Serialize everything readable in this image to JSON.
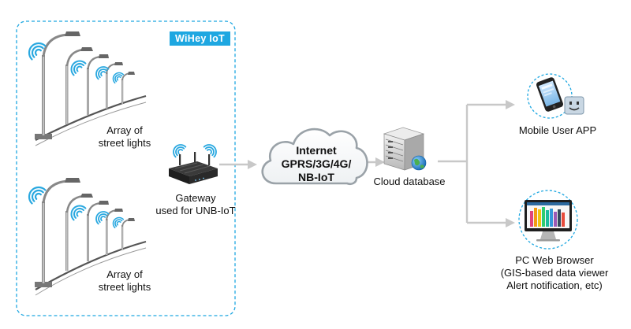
{
  "system_name": "WiHey IoT",
  "street_lights_top": "Array of\nstreet lights",
  "street_lights_bottom": "Array of\nstreet lights",
  "gateway": "Gateway\nused for UNB-IoT",
  "internet": "Internet\nGPRS/3G/4G/\nNB-IoT",
  "cloud_database": "Cloud database",
  "mobile_app": "Mobile User APP",
  "pc_browser": "PC Web Browser\n(GIS-based data viewer\nAlert notification, etc)",
  "colors": {
    "accent_blue": "#1ea7e1",
    "wifi_blue": "#29a8e0",
    "arrow_gray": "#c8c8c8",
    "cloud_stroke": "#9aa2a8",
    "pole_gray": "#8c8c8c"
  }
}
